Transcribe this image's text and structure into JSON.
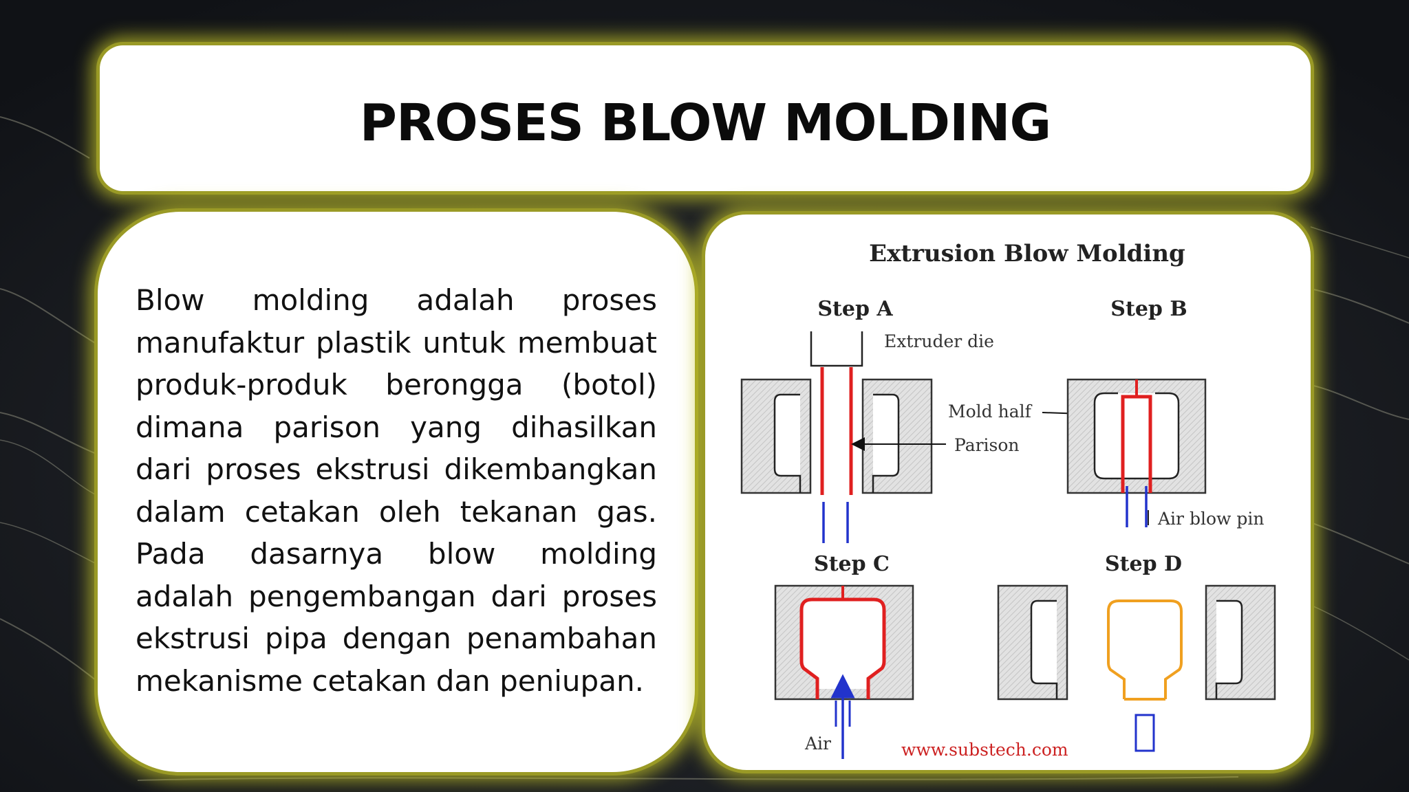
{
  "slide": {
    "title": "PROSES BLOW MOLDING",
    "body": "Blow molding adalah proses manufaktur plastik untuk membuat produk-produk berongga (botol) dimana parison yang dihasilkan dari proses ekstrusi dikembangkan dalam cetakan oleh tekanan gas. Pada dasarnya blow molding adalah pengembangan dari proses ekstrusi pipa dengan penambahan mekanisme cetakan dan peniupan."
  },
  "diagram": {
    "title": "Extrusion Blow Molding",
    "steps": {
      "a": "Step A",
      "b": "Step B",
      "c": "Step C",
      "d": "Step D"
    },
    "labels": {
      "extruder_die": "Extruder die",
      "mold_half": "Mold half",
      "parison": "Parison",
      "air_blow_pin": "Air blow pin",
      "air": "Air",
      "source": "www.substech.com"
    }
  },
  "colors": {
    "panel_glow": "#c8c828",
    "parison_red": "#e02020",
    "air_blue": "#2233cc",
    "bottle_orange": "#f0a020",
    "mold_gray": "#d9d9d9",
    "source_red": "#cc2222"
  }
}
